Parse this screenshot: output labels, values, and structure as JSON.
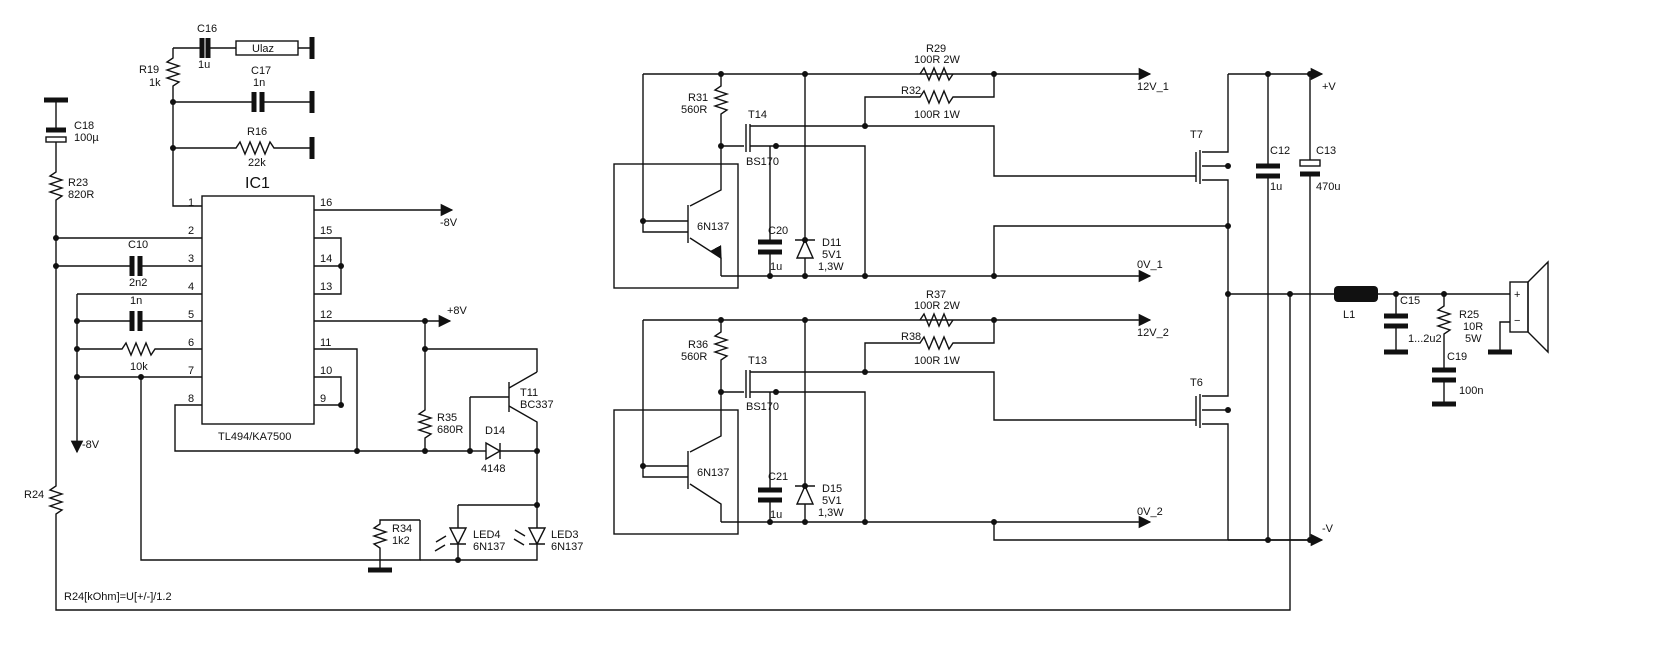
{
  "ic": {
    "ref": "IC1",
    "part": "TL494/KA7500",
    "pins_left": [
      "1",
      "2",
      "3",
      "4",
      "5",
      "6",
      "7",
      "8"
    ],
    "pins_right": [
      "16",
      "15",
      "14",
      "13",
      "12",
      "11",
      "10",
      "9"
    ]
  },
  "labels": {
    "c16_ref": "C16",
    "c16_val": "1u",
    "ulaz": "Ulaz",
    "r19_ref": "R19",
    "r19_val": "1k",
    "c17_ref": "C17",
    "c17_val": "1n",
    "r16_ref": "R16",
    "r16_val": "22k",
    "c18_ref": "C18",
    "c18_val": "100µ",
    "r23_ref": "R23",
    "r23_val": "820R",
    "c10_ref": "C10",
    "c10_val": "2n2",
    "c1n_val": "1n",
    "r10k_val": "10k",
    "neg8v_a": "-8V",
    "neg8v_b": "-8V",
    "pos8v": "+8V",
    "r24_ref": "R24",
    "r35_ref": "R35",
    "r35_val": "680R",
    "t11_ref": "T11",
    "t11_val": "BC337",
    "d14_ref": "D14",
    "d14_val": "4148",
    "r34_ref": "R34",
    "r34_val": "1k2",
    "led4_ref": "LED4",
    "led4_val": "6N137",
    "led3_ref": "LED3",
    "led3_val": "6N137",
    "formula": "R24[kOhm]=U[+/-]/1.2",
    "r29_ref": "R29",
    "r29_val": "100R 2W",
    "r32_ref": "R32",
    "r32_val": "100R 1W",
    "net_12v1": "12V_1",
    "r31_ref": "R31",
    "r31_val": "560R",
    "t14_ref": "T14",
    "t14_val": "BS170",
    "opto1_val": "6N137",
    "c20_ref": "C20",
    "c20_val": "1u",
    "d11_ref": "D11",
    "d11_val1": "5V1",
    "d11_val2": "1,3W",
    "net_0v1": "0V_1",
    "r37_ref": "R37",
    "r37_val": "100R 2W",
    "r38_ref": "R38",
    "r38_val": "100R 1W",
    "net_12v2": "12V_2",
    "r36_ref": "R36",
    "r36_val": "560R",
    "t13_ref": "T13",
    "t13_val": "BS170",
    "opto2_val": "6N137",
    "c21_ref": "C21",
    "c21_val": "1u",
    "d15_ref": "D15",
    "d15_val1": "5V1",
    "d15_val2": "1,3W",
    "net_0v2": "0V_2",
    "t7_ref": "T7",
    "t6_ref": "T6",
    "c12_ref": "C12",
    "c12_val": "1u",
    "c13_ref": "C13",
    "c13_val": "470u",
    "pos_v": "+V",
    "neg_v": "-V",
    "l1_ref": "L1",
    "c15_ref": "C15",
    "c15_val": "1...2u2",
    "r25_ref": "R25",
    "r25_val1": "10R",
    "r25_val2": "5W",
    "c19_ref": "C19",
    "c19_val": "100n",
    "spk_plus": "+",
    "spk_minus": "−"
  }
}
